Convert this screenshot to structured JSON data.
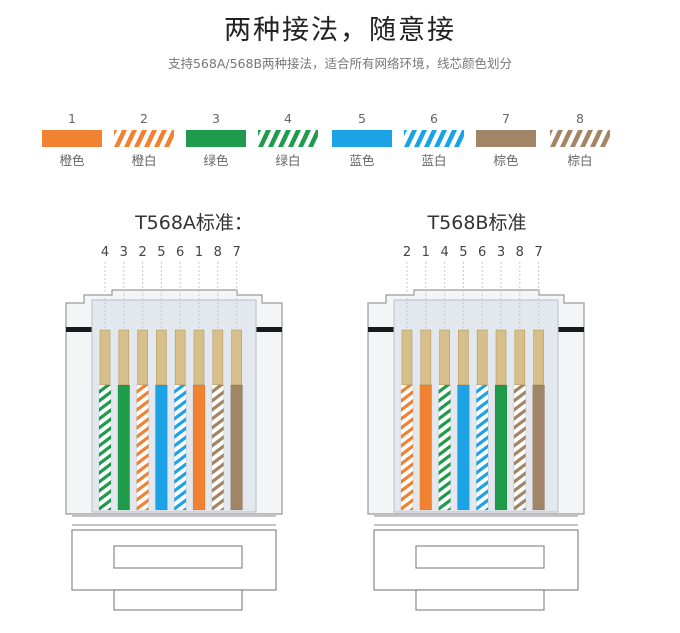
{
  "title": "两种接法，随意接",
  "subtitle": "支持568A/568B两种接法，适合所有网络环境，线芯颜色划分",
  "legend": [
    {
      "number": "1",
      "name": "橙色",
      "color": "#F08232",
      "striped": false
    },
    {
      "number": "2",
      "name": "橙白",
      "color": "#F08232",
      "striped": true
    },
    {
      "number": "3",
      "name": "绿色",
      "color": "#1E9B4B",
      "striped": false
    },
    {
      "number": "4",
      "name": "绿白",
      "color": "#1E9B4B",
      "striped": true
    },
    {
      "number": "5",
      "name": "蓝色",
      "color": "#1CA3E6",
      "striped": false
    },
    {
      "number": "6",
      "name": "蓝白",
      "color": "#1CA3E6",
      "striped": true
    },
    {
      "number": "7",
      "name": "棕色",
      "color": "#A28466",
      "striped": false
    },
    {
      "number": "8",
      "name": "棕白",
      "color": "#A28466",
      "striped": true
    }
  ],
  "standards": [
    {
      "title": "T568A标准：",
      "order": [
        "4",
        "3",
        "2",
        "5",
        "6",
        "1",
        "8",
        "7"
      ]
    },
    {
      "title": "T568B标准",
      "order": [
        "2",
        "1",
        "4",
        "5",
        "6",
        "3",
        "8",
        "7"
      ]
    }
  ]
}
